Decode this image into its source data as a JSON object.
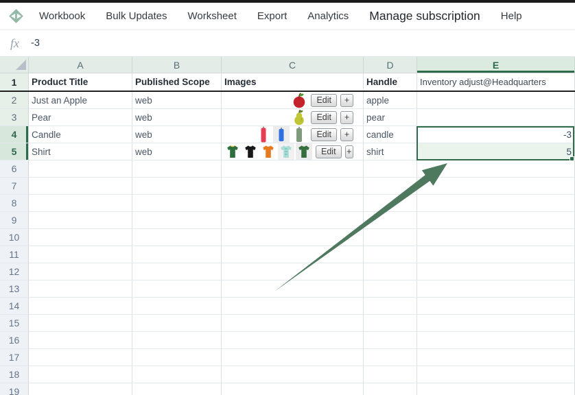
{
  "menu": {
    "logo_icon": "matrixify-diamond-icon",
    "items": [
      {
        "label": "Workbook"
      },
      {
        "label": "Bulk Updates"
      },
      {
        "label": "Worksheet"
      },
      {
        "label": "Export"
      },
      {
        "label": "Analytics"
      },
      {
        "label": "Manage subscription",
        "emphasized": true
      },
      {
        "label": "Help"
      }
    ]
  },
  "formula_bar": {
    "fx_label": "fx",
    "value": "-3"
  },
  "grid": {
    "column_headers": [
      "A",
      "B",
      "C",
      "D",
      "E"
    ],
    "selected_column": "E",
    "row_numbers": [
      "1",
      "2",
      "3",
      "4",
      "5",
      "6",
      "7",
      "8",
      "9",
      "10",
      "11",
      "12",
      "13",
      "14",
      "15",
      "16",
      "17",
      "18",
      "19"
    ],
    "selected_rows": [
      "4",
      "5"
    ],
    "frozen_header_row": {
      "product_title": "Product Title",
      "published_scope": "Published Scope",
      "images": "Images",
      "handle": "Handle",
      "inventory": "Inventory adjust@Headquarters"
    },
    "buttons": {
      "edit": "Edit",
      "add": "+"
    },
    "products": [
      {
        "title": "Just an Apple",
        "published_scope": "web",
        "handle": "apple",
        "inventory_adjust": "",
        "images": [
          "apple-image"
        ]
      },
      {
        "title": "Pear",
        "published_scope": "web",
        "handle": "pear",
        "inventory_adjust": "",
        "images": [
          "pear-image"
        ]
      },
      {
        "title": "Candle",
        "published_scope": "web",
        "handle": "candle",
        "inventory_adjust": "-3",
        "images": [
          "red-candle-image",
          "blue-candle-image",
          "green-candle-image"
        ]
      },
      {
        "title": "Shirt",
        "published_scope": "web",
        "handle": "shirt",
        "inventory_adjust": "5",
        "images": [
          "green-jersey-image",
          "black-shirt-image",
          "orange-shirt-image",
          "teal-shirt-image",
          "green-shirt-image"
        ]
      }
    ],
    "selection": {
      "range": "E4:E5",
      "active_cell": "E4",
      "active_value": "-3",
      "second_value": "5"
    }
  },
  "overlay": {
    "arrow_icon": "up-right-arrow",
    "arrow_points_to": "E5"
  },
  "colors": {
    "accent_green": "#2e6b4a",
    "selection_fill": "#eaf3ec",
    "column_header_bg": "#e4ece7",
    "selected_header_bg": "#dcebe0",
    "empty_row_header_bg": "#eef1f5",
    "arrow_green": "#4e795e",
    "logo_green": "#93b8a6",
    "frozen_divider": "#1f1f1f"
  }
}
